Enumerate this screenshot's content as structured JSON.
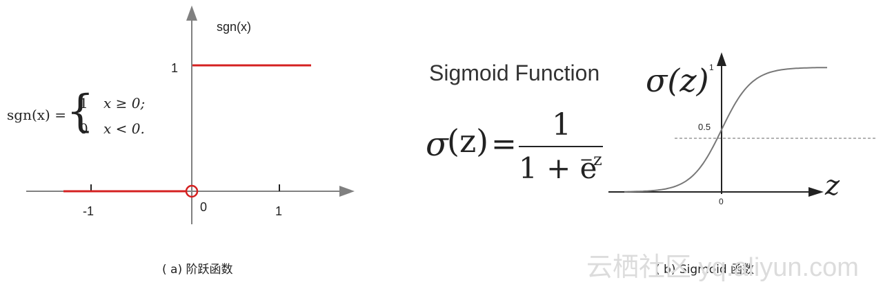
{
  "step": {
    "ylabel": "sgn(x)",
    "y_tick_1": "1",
    "x_tick_neg1": "-1",
    "x_tick_0": "0",
    "x_tick_1": "1",
    "formula": {
      "lhs": "sgn(x) =",
      "case1_val": "1",
      "case1_cond": "x ≥ 0;",
      "case2_val": "0",
      "case2_cond": "x < 0."
    },
    "caption": "( a) 阶跃函数",
    "line_color": "#d42020",
    "axis_color": "#808080"
  },
  "sigmoid": {
    "title": "Sigmoid Function",
    "formula": {
      "lhs_sigma": "σ",
      "lhs_arg": "(z)",
      "equals": "=",
      "numerator": "1",
      "denominator_base": "1 + e",
      "denominator_exp": "−z"
    },
    "axis_label_y": "σ(z)",
    "y_tick_1": "1",
    "y_tick_half": "0.5",
    "x_tick_0": "0",
    "axis_label_x": "z",
    "caption": "( b) Sigmoid 函数",
    "curve_color": "#777777"
  },
  "watermark": "云栖社区 yq.aliyun.com"
}
